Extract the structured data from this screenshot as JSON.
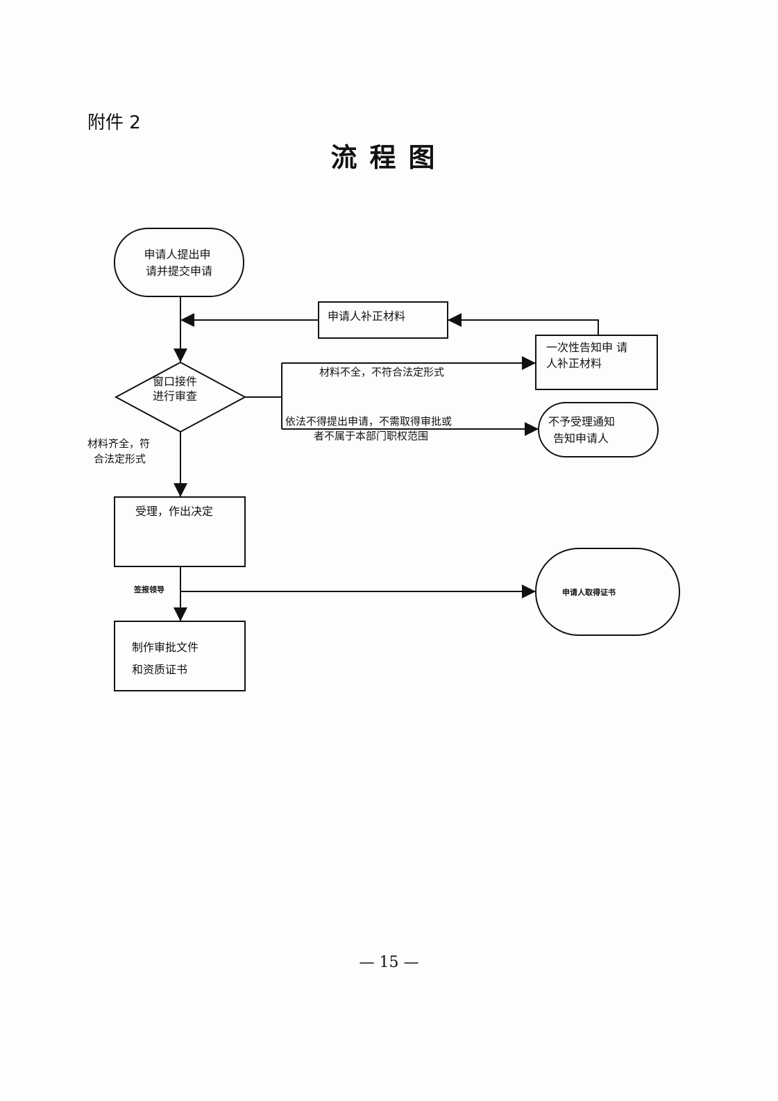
{
  "header": {
    "attachment_label": "附件 2",
    "title": "流程图"
  },
  "nodes": {
    "start": [
      "申请人提出申",
      "请并提交申请"
    ],
    "supplement": [
      "申请人补正材料"
    ],
    "notify_once": [
      "一次性告知申 请",
      "人补正材料"
    ],
    "review": [
      "窗口接件",
      "进行审查"
    ],
    "reject": [
      "不予受理通知",
      "告知申请人"
    ],
    "decide": [
      "受理，作出决定"
    ],
    "certificate_obtained": [
      "申请人取得证书"
    ],
    "produce": [
      "制作审批文件",
      "和资质证书"
    ]
  },
  "edges": {
    "incomplete": [
      "材料不全，不符合法定形式"
    ],
    "not_accepted": [
      "依法不得提出申请，不需取得审批或",
      "者不属于本部门职权范围"
    ],
    "complete": [
      "材料齐全，符",
      "合法定形式"
    ],
    "report": [
      "签报领导"
    ]
  },
  "footer": {
    "page_number": "— 15 —"
  }
}
